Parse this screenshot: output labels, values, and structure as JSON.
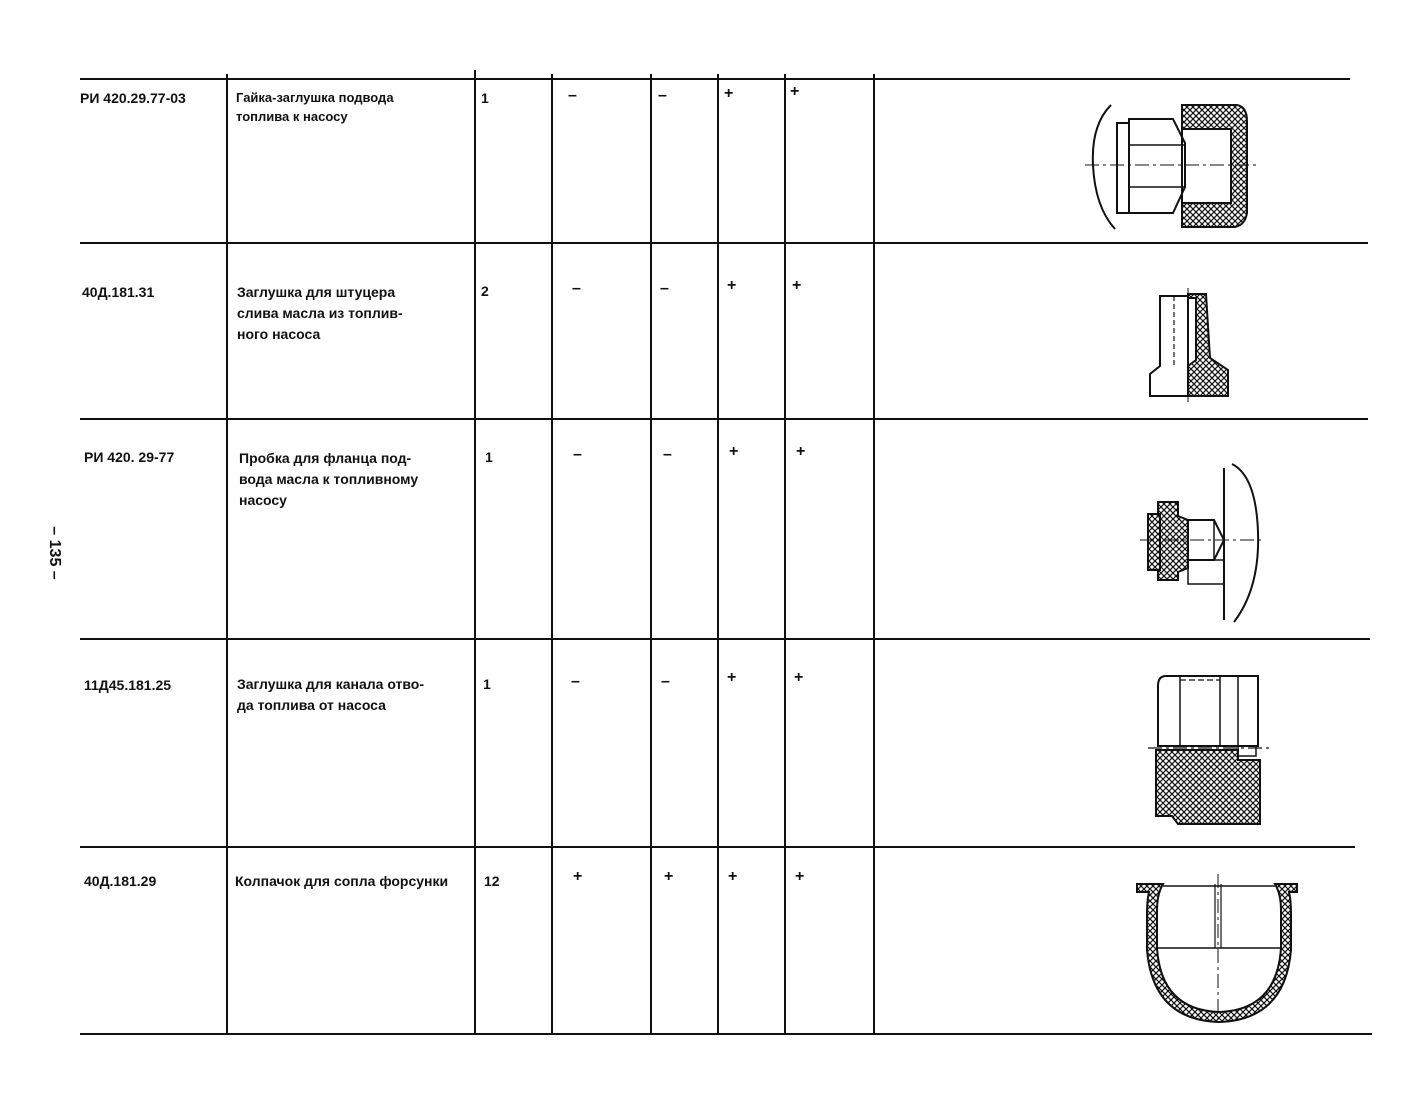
{
  "page_number": "– 135 –",
  "rows": [
    {
      "code": "РИ 420.29.77-03",
      "name": "Гайка-заглушка подвода\nтоплива к насосу",
      "qty": "1",
      "m1": "–",
      "m2": "–",
      "m3": "+",
      "m4": "+",
      "drawing": "nut-plug-drawing"
    },
    {
      "code": "40Д.181.31",
      "name": "Заглушка для штуцера\nслива масла из топлив-\nного насоса",
      "qty": "2",
      "m1": "–",
      "m2": "–",
      "m3": "+",
      "m4": "+",
      "drawing": "fitting-plug-drawing"
    },
    {
      "code": "РИ 420. 29-77",
      "name": "Пробка для фланца под-\nвода масла к топливному\nнасосу",
      "qty": "1",
      "m1": "–",
      "m2": "–",
      "m3": "+",
      "m4": "+",
      "drawing": "flange-stopper-drawing"
    },
    {
      "code": "11Д45.181.25",
      "name": "Заглушка для канала отво-\nда топлива от насоса",
      "qty": "1",
      "m1": "–",
      "m2": "–",
      "m3": "+",
      "m4": "+",
      "drawing": "channel-plug-drawing"
    },
    {
      "code": "40Д.181.29",
      "name": "Колпачок для сопла форсунки",
      "qty": "12",
      "m1": "+",
      "m2": "+",
      "m3": "+",
      "m4": "+",
      "drawing": "nozzle-cap-drawing"
    }
  ]
}
